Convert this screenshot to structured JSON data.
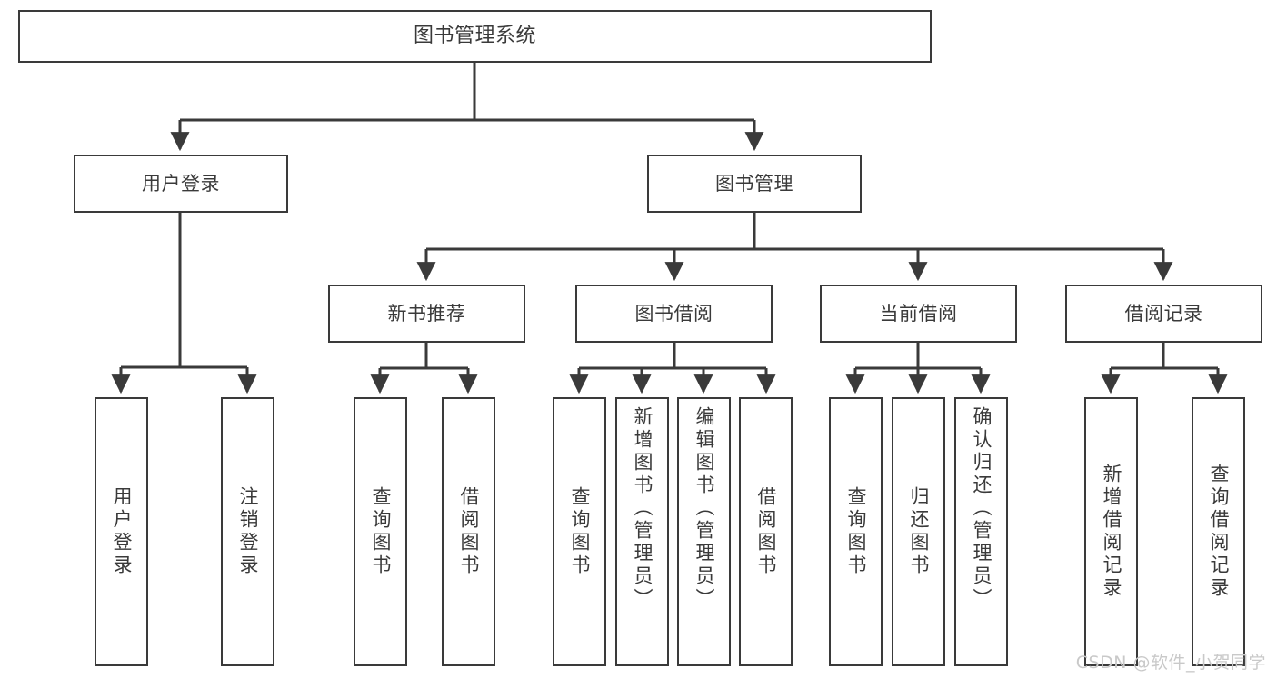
{
  "diagram": {
    "type": "tree-hierarchy",
    "title": "图书管理系统",
    "watermark": "CSDN @软件_小贺同学",
    "colors": {
      "stroke": "#3a3a3a",
      "fill": "#ffffff",
      "text": "#3a3a3a",
      "watermark": "#c9c9c9",
      "background": "#ffffff"
    },
    "nodes": {
      "root": {
        "label": "图书管理系统"
      },
      "level2": [
        {
          "label": "用户登录"
        },
        {
          "label": "图书管理"
        }
      ],
      "level3": [
        {
          "label": "新书推荐"
        },
        {
          "label": "图书借阅"
        },
        {
          "label": "当前借阅"
        },
        {
          "label": "借阅记录"
        }
      ],
      "leaves": {
        "user_login": [
          {
            "label": "用户登录"
          },
          {
            "label": "注销登录"
          }
        ],
        "new_book_recommend": [
          {
            "label": "查询图书"
          },
          {
            "label": "借阅图书"
          }
        ],
        "book_borrow": [
          {
            "label": "查询图书"
          },
          {
            "label": "新增图书（管理员）"
          },
          {
            "label": "编辑图书（管理员）"
          },
          {
            "label": "借阅图书"
          }
        ],
        "current_borrow": [
          {
            "label": "查询图书"
          },
          {
            "label": "归还图书"
          },
          {
            "label": "确认归还（管理员）"
          }
        ],
        "borrow_record": [
          {
            "label": "新增借阅记录"
          },
          {
            "label": "查询借阅记录"
          }
        ]
      }
    }
  }
}
